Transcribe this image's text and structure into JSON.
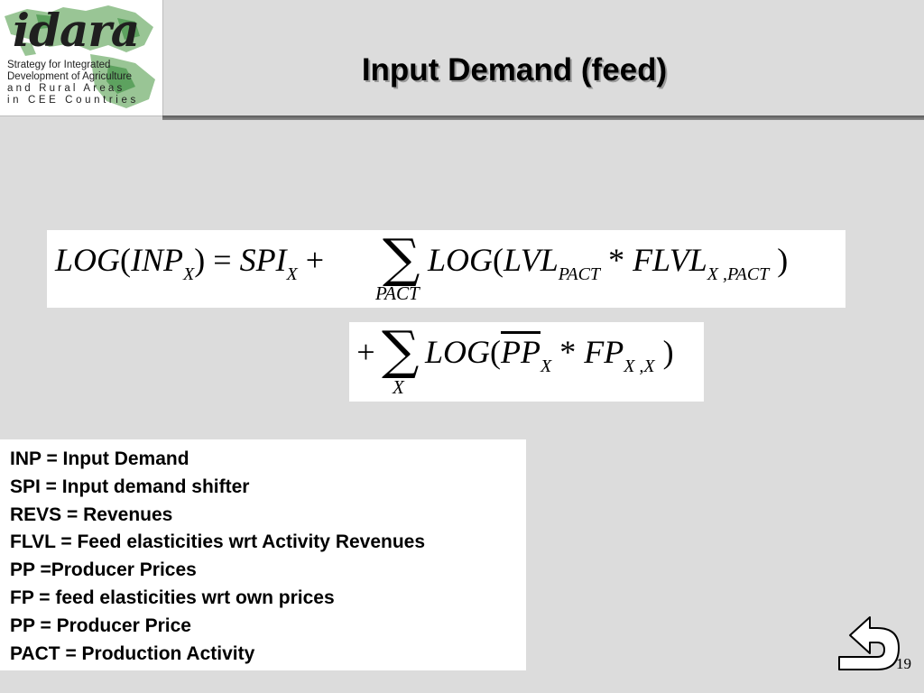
{
  "logo": {
    "wordmark": "idara",
    "tagline": [
      "Strategy for Integrated",
      "Development of Agriculture",
      "and Rural Areas",
      "in CEE Countries"
    ]
  },
  "title": "Input Demand (feed)",
  "equation": {
    "line1": {
      "lhs_fn": "LOG",
      "lhs_open": "(",
      "lhs_var": "INP",
      "lhs_sub": "X",
      "lhs_close": ")",
      "eq": "=",
      "shifter": "SPI",
      "shifter_sub": "X",
      "plus": "+",
      "sum": "∑",
      "sum_under": "PACT",
      "fn": "LOG",
      "open": "(",
      "var1": "LVL",
      "var1_sub": "PACT",
      "times": "*",
      "var2": "FLVL",
      "var2_sub": "X ,PACT",
      "close": ")"
    },
    "line2": {
      "plus": "+",
      "sum": "∑",
      "sum_under": "X",
      "fn": "LOG",
      "open": "(",
      "var1": "PP",
      "var1_sub": "X",
      "times": "*",
      "var2": "FP",
      "var2_sub": "X ,X",
      "close": ")"
    }
  },
  "definitions": [
    "INP = Input Demand",
    "SPI = Input demand shifter",
    "REVS = Revenues",
    "FLVL = Feed elasticities wrt Activity Revenues",
    "PP =Producer Prices",
    "FP = feed elasticities wrt own prices",
    "PP = Producer Price",
    "PACT = Production Activity"
  ],
  "page_number": "19",
  "icons": {
    "return": "return-arrow-icon"
  }
}
